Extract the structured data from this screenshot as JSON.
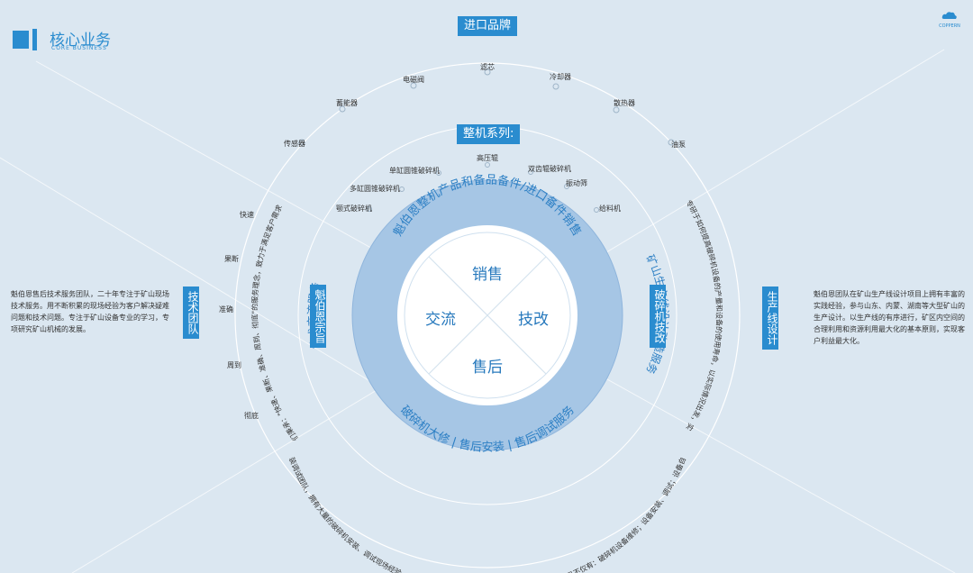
{
  "header": {
    "title": "核心业务",
    "subtitle": "CORE BUSINESS",
    "logo_text": "COPPERN"
  },
  "brand_tag": "进口品牌",
  "brand_items": [
    "电磁阀",
    "滤芯",
    "冷却器",
    "蓄能器",
    "散热器",
    "传感器",
    "油泵"
  ],
  "machine_tag": "整机系列:",
  "machine_items": [
    "高压辊",
    "单缸圆锥破碎机",
    "双齿辊破碎机",
    "多缸圆锥破碎机",
    "振动筛",
    "颚式破碎机",
    "给料机"
  ],
  "core": {
    "top": "销售",
    "left": "交流",
    "right": "技改",
    "bottom": "售后"
  },
  "ring": {
    "top": "魁伯恩整机产品和备品备件/进口备件销售",
    "left": "技术交流服务",
    "right": "矿山生产线设计改造服务",
    "bottom": "破碎机大修 | 售后安装 | 售后调试服务"
  },
  "left_section": {
    "outer_tag": "技术团队",
    "inner_tag": "魁伯恩宗旨",
    "paragraph": "魁伯恩售后技术服务团队，二十年专注于矿山现场技术服务。用不断积累的现场经验为客户解决疑难问题和技术问题。专注于矿山设备专业的学习，专项研究矿山机械的发展。",
    "values": [
      "快速",
      "果断",
      "准确",
      "周到",
      "彻底"
    ],
    "arc_text": "我们秉承：\"快速、果断、准确、周到、彻底\"的服务理念，致力于满足客户需求。"
  },
  "right_section": {
    "outer_tag": "生产线设计",
    "inner_tag": "破碎机技改",
    "paragraph": "魁伯恩团队在矿山生产线设计项目上拥有丰富的实践经验，参与山东、内蒙、湖南等大型矿山的生产设计。以生产线的有序进行，矿区内空间的合理利用和资源利用最大化的基本原则，实现客户利益最大化。",
    "arc_text": "魁伯恩技术团队专研于如何提高破碎机设备的产量和设备的使用寿命，以实际情况出发，实现利润最大化。"
  },
  "bottom_section": {
    "text": "魁伯恩拥有专业的矿山设备技术、售后、安装调试团队，拥有大量的破碎机安装、调试现场经验，团队专业化，产品品质保证，服务效率保证。我们有且不仅有：破碎机设备维修；设备安装、调试；设备自动化管理安装调试；破碎机配型设计方案。"
  },
  "colors": {
    "background": "#dbe7f1",
    "accent": "#2a8ccf",
    "ring_text": "#3b8fd0",
    "center_text": "#2779bd"
  }
}
